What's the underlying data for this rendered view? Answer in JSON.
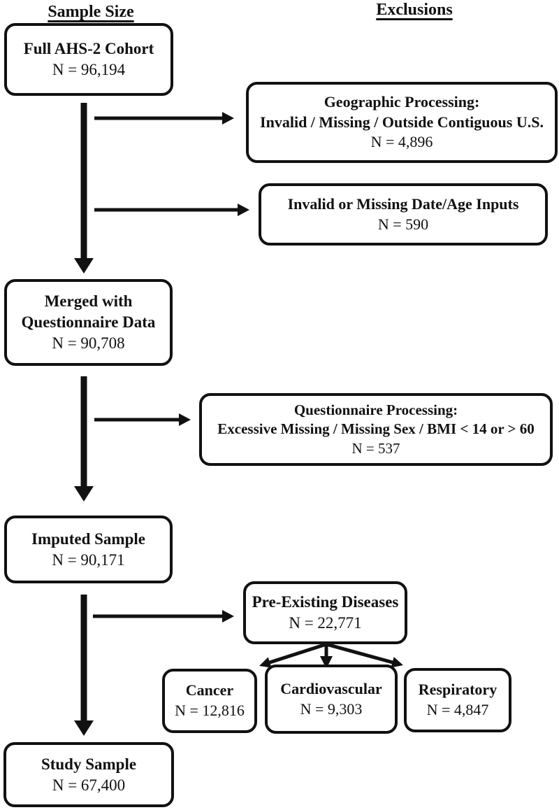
{
  "headers": {
    "sample_size": "Sample Size",
    "exclusions": "Exclusions"
  },
  "boxes": {
    "full_cohort": {
      "title": [
        "Full AHS-2 Cohort"
      ],
      "n": "N = 96,194"
    },
    "geographic": {
      "title": [
        "Geographic Processing:",
        "Invalid / Missing / Outside Contiguous U.S."
      ],
      "n": "N = 4,896"
    },
    "date_age": {
      "title": [
        "Invalid or Missing Date/Age Inputs"
      ],
      "n": "N = 590"
    },
    "merged": {
      "title": [
        "Merged with",
        "Questionnaire Data"
      ],
      "n": "N = 90,708"
    },
    "questionnaire": {
      "title": [
        "Questionnaire Processing:",
        "Excessive Missing / Missing Sex / BMI < 14 or > 60"
      ],
      "n": "N = 537"
    },
    "imputed": {
      "title": [
        "Imputed Sample"
      ],
      "n": "N = 90,171"
    },
    "preexisting": {
      "title": [
        "Pre-Existing Diseases"
      ],
      "n": "N = 22,771"
    },
    "cancer": {
      "title": [
        "Cancer"
      ],
      "n": "N = 12,816"
    },
    "cardiovascular": {
      "title": [
        "Cardiovascular"
      ],
      "n": "N = 9,303"
    },
    "respiratory": {
      "title": [
        "Respiratory"
      ],
      "n": "N = 4,847"
    },
    "study_sample": {
      "title": [
        "Study Sample"
      ],
      "n": "N = 67,400"
    }
  },
  "colors": {
    "ink": "#111111",
    "background": "#ffffff"
  }
}
